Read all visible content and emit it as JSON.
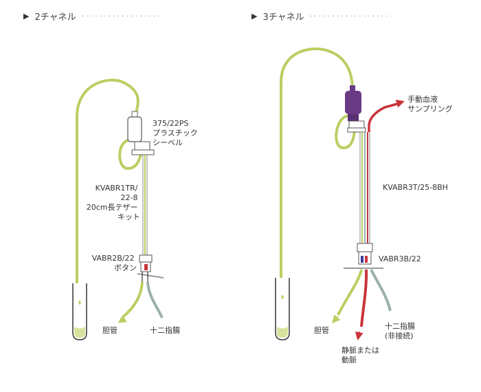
{
  "headers": {
    "left": "2チャネル",
    "right": "3チャネル"
  },
  "left_panel": {
    "seal_label": [
      "375/22PS",
      "プラスチック",
      "シーベル"
    ],
    "kit_label": [
      "KVABR1TR/",
      "22-8",
      "20cm長テザー",
      "キット"
    ],
    "button_label": [
      "VABR2B/22",
      "ボタン"
    ],
    "bile_label": "胆管",
    "duodenum_label": "十二指腸"
  },
  "right_panel": {
    "sampling_label": [
      "手動血液",
      "サンプリング"
    ],
    "kit_label": "KVABR3T/25-8BH",
    "button_label": "VABR3B/22",
    "bile_label": "胆管",
    "vessel_label": [
      "静脈または",
      "動脈"
    ],
    "duodenum_label": [
      "十二指腸",
      "(非接続)"
    ]
  },
  "colors": {
    "bile_tube": "#b9cf62",
    "duodenum_tube": "#9bb0ad",
    "blood_tube": "#c8343a",
    "swivel_purple": "#6a3a86"
  }
}
